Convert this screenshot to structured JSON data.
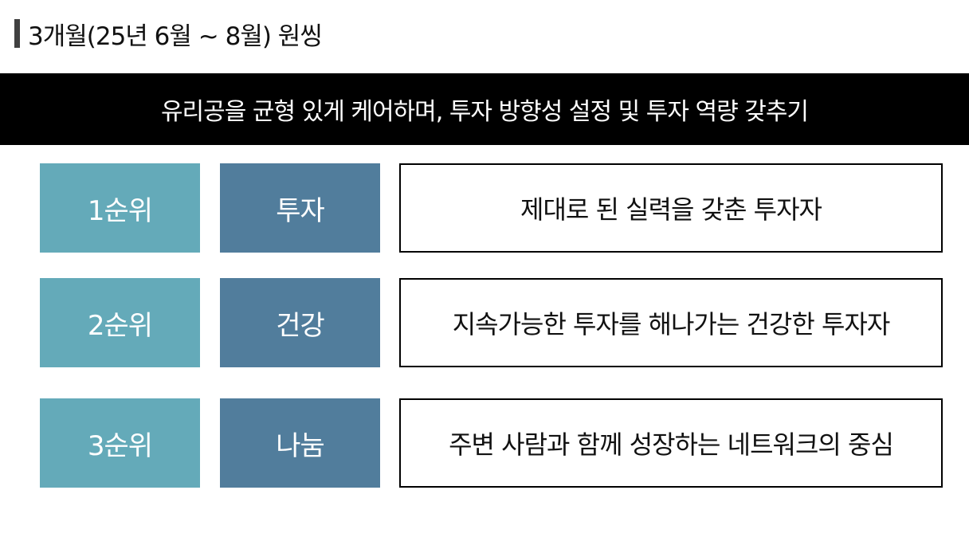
{
  "title": "3개월(25년 6월 ~ 8월) 원씽",
  "banner": "유리공을 균형 있게 케어하며, 투자 방향성 설정 및 투자 역량 갖추기",
  "rows": [
    {
      "rank": "1순위",
      "category": "투자",
      "description": "제대로 된 실력을 갖춘 투자자"
    },
    {
      "rank": "2순위",
      "category": "건강",
      "description": "지속가능한 투자를 해나가는 건강한 투자자"
    },
    {
      "rank": "3순위",
      "category": "나눔",
      "description": "주변 사람과 함께 성장하는 네트워크의 중심"
    }
  ],
  "colors": {
    "rank": "#64aab9",
    "category": "#517d9c",
    "banner": "#000000"
  }
}
